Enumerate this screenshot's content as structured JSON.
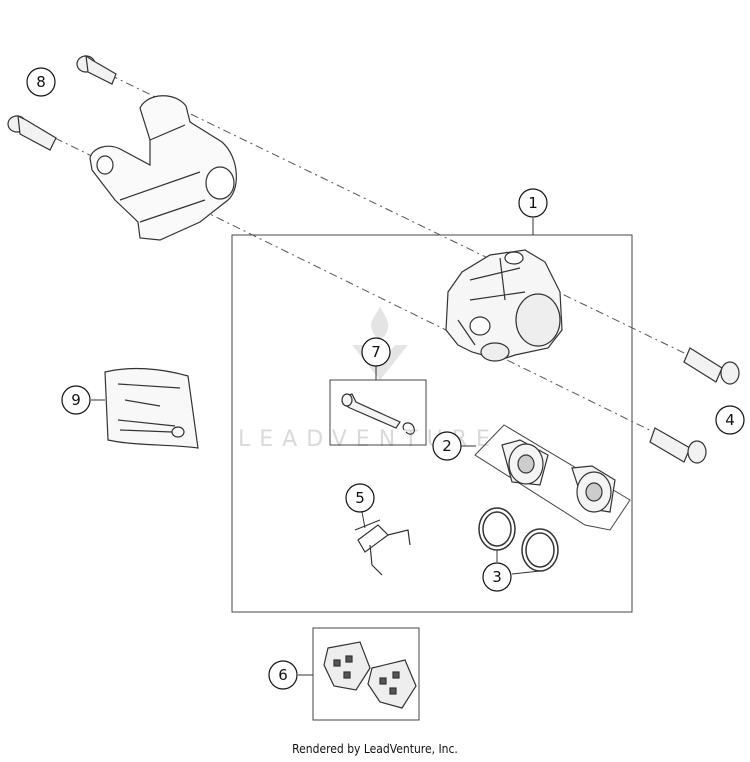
{
  "diagram": {
    "callouts": [
      "1",
      "2",
      "3",
      "4",
      "5",
      "6",
      "7",
      "8",
      "9"
    ],
    "watermark": "LEADVENTURE",
    "footer": "Rendered by LeadVenture, Inc."
  }
}
